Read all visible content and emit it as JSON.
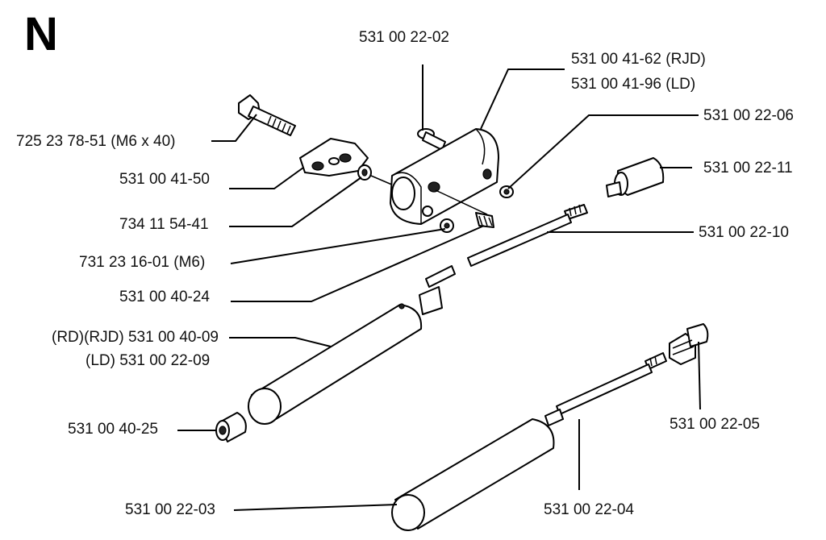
{
  "section_letter": "N",
  "parts": {
    "p_531_00_22_02": "531 00 22-02",
    "p_531_00_41_62": "531 00 41-62 (RJD)",
    "p_531_00_41_96": "531 00 41-96 (LD)",
    "p_725_23_78_51": "725 23 78-51 (M6 x 40)",
    "p_531_00_22_06": "531 00 22-06",
    "p_531_00_41_50": "531 00 41-50",
    "p_531_00_22_11": "531 00 22-11",
    "p_734_11_54_41": "734 11 54-41",
    "p_531_00_22_10": "531 00 22-10",
    "p_731_23_16_01": "731 23 16-01 (M6)",
    "p_531_00_40_24": "531 00 40-24",
    "p_531_00_40_09": "(RD)(RJD) 531 00 40-09",
    "p_531_00_22_09": "(LD) 531 00 22-09",
    "p_531_00_40_25": "531 00 40-25",
    "p_531_00_22_05": "531 00 22-05",
    "p_531_00_22_03": "531 00 22-03",
    "p_531_00_22_04": "531 00 22-04"
  }
}
